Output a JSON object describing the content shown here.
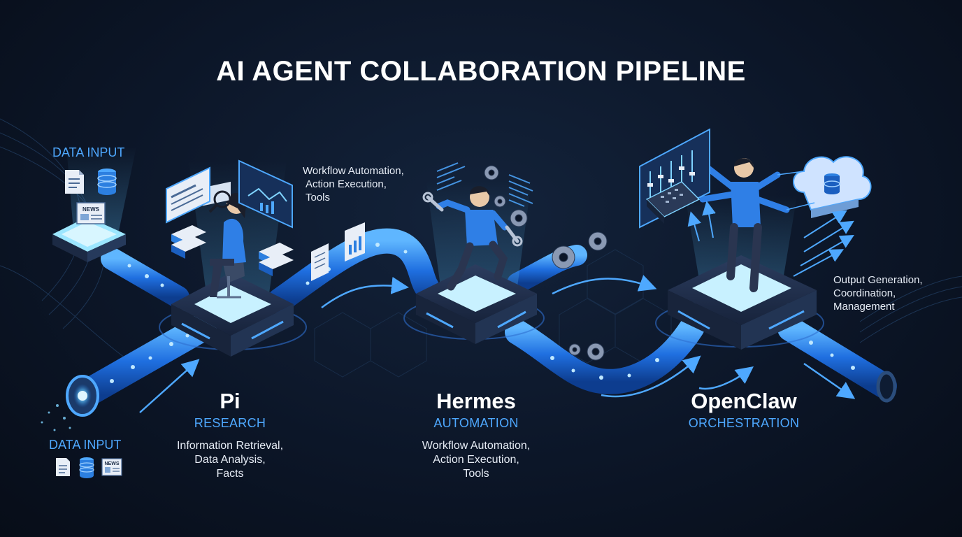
{
  "title": "AI AGENT COLLABORATION PIPELINE",
  "inputs": {
    "top_label": "DATA INPUT",
    "bottom_label": "DATA INPUT",
    "news_tag": "NEWS"
  },
  "agents": [
    {
      "name": "Pi",
      "role": "RESEARCH",
      "desc": [
        "Information Retrieval,",
        "Data Analysis,",
        "Facts"
      ]
    },
    {
      "name": "Hermes",
      "role": "AUTOMATION",
      "desc": [
        "Workflow Automation,",
        "Action Execution,",
        "Tools"
      ]
    },
    {
      "name": "OpenClaw",
      "role": "ORCHESTRATION",
      "desc": [
        "",
        "",
        ""
      ]
    }
  ],
  "floating_notes": {
    "hermes_top": [
      "Workflow Automation,",
      "Action Execution,",
      "Tools"
    ],
    "output": [
      "Output Generation,",
      "Coordination,",
      "Management"
    ]
  },
  "colors": {
    "background": "#0b1424",
    "accent": "#4ea8ff",
    "glow": "#7fd3ff",
    "pipe": "#1f6fe0",
    "platform": "#1c2a44",
    "person_shirt": "#2f7fe6"
  }
}
